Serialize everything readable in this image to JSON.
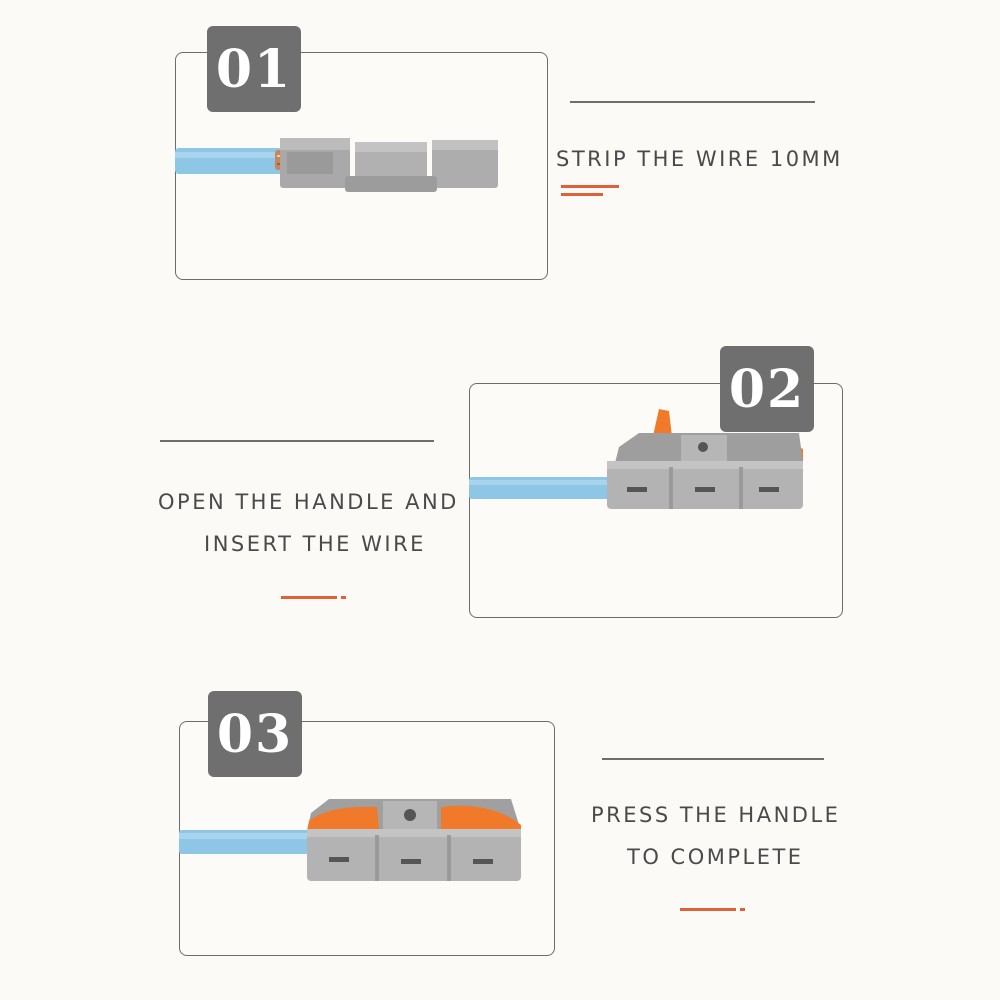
{
  "colors": {
    "accent": "#e0603a",
    "badge": "#6f6f6f",
    "frame": "#6c6c6c",
    "wire": "#8ec6e6",
    "connector_gray": "#a9a9a9",
    "lever_orange": "#f07a2a"
  },
  "steps": [
    {
      "number": "01",
      "lines": [
        "STRIP THE WIRE 10MM"
      ],
      "image_icon": "stripped-wire-in-connector-photo"
    },
    {
      "number": "02",
      "lines": [
        "OPEN THE HANDLE AND",
        "INSERT THE WIRE"
      ],
      "image_icon": "open-lever-connector-photo"
    },
    {
      "number": "03",
      "lines": [
        "PRESS THE HANDLE",
        "TO COMPLETE"
      ],
      "image_icon": "closed-lever-connector-photo"
    }
  ]
}
